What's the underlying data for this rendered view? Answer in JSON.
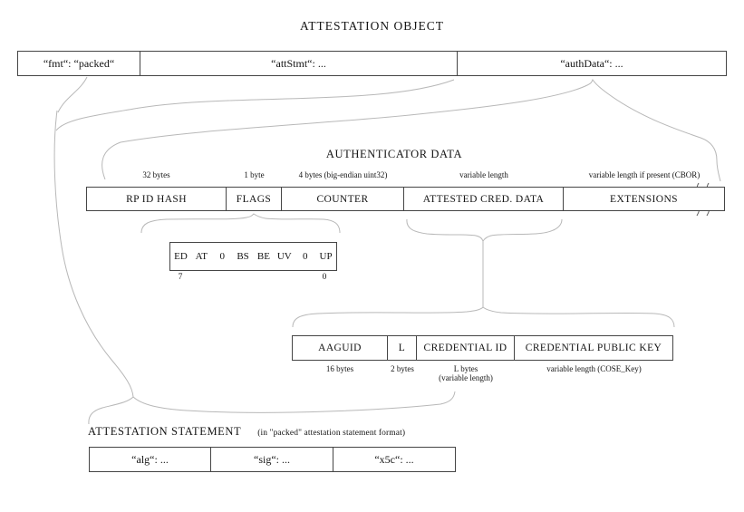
{
  "title": "ATTESTATION OBJECT",
  "attestation_object": {
    "fmt": "“fmt“: “packed“",
    "att_stmt": "“attStmt“: ...",
    "auth_data": "“authData“: ..."
  },
  "authenticator_data": {
    "title": "AUTHENTICATOR DATA",
    "fields": [
      {
        "name": "RP ID HASH",
        "size": "32 bytes"
      },
      {
        "name": "FLAGS",
        "size": "1 byte"
      },
      {
        "name": "COUNTER",
        "size": "4 bytes (big-endian uint32)"
      },
      {
        "name": "ATTESTED CRED. DATA",
        "size": "variable length"
      },
      {
        "name": "EXTENSIONS",
        "size": "variable length if present (CBOR)"
      }
    ]
  },
  "flags": {
    "bits": [
      "ED",
      "AT",
      "0",
      "BS",
      "BE",
      "UV",
      "0",
      "UP"
    ],
    "msb": "7",
    "lsb": "0"
  },
  "attested_credential_data": {
    "fields": [
      {
        "name": "AAGUID",
        "size": "16 bytes"
      },
      {
        "name": "L",
        "size": "2 bytes"
      },
      {
        "name": "CREDENTIAL ID",
        "size": "L bytes",
        "size_note": "(variable length)"
      },
      {
        "name": "CREDENTIAL PUBLIC KEY",
        "size": "variable length (COSE_Key)"
      }
    ]
  },
  "attestation_statement": {
    "title": "ATTESTATION STATEMENT",
    "subtitle": "(in \"packed\" attestation statement format)",
    "cells": [
      "“alg“: ...",
      "“sig“: ...",
      "“x5c“: ..."
    ]
  }
}
